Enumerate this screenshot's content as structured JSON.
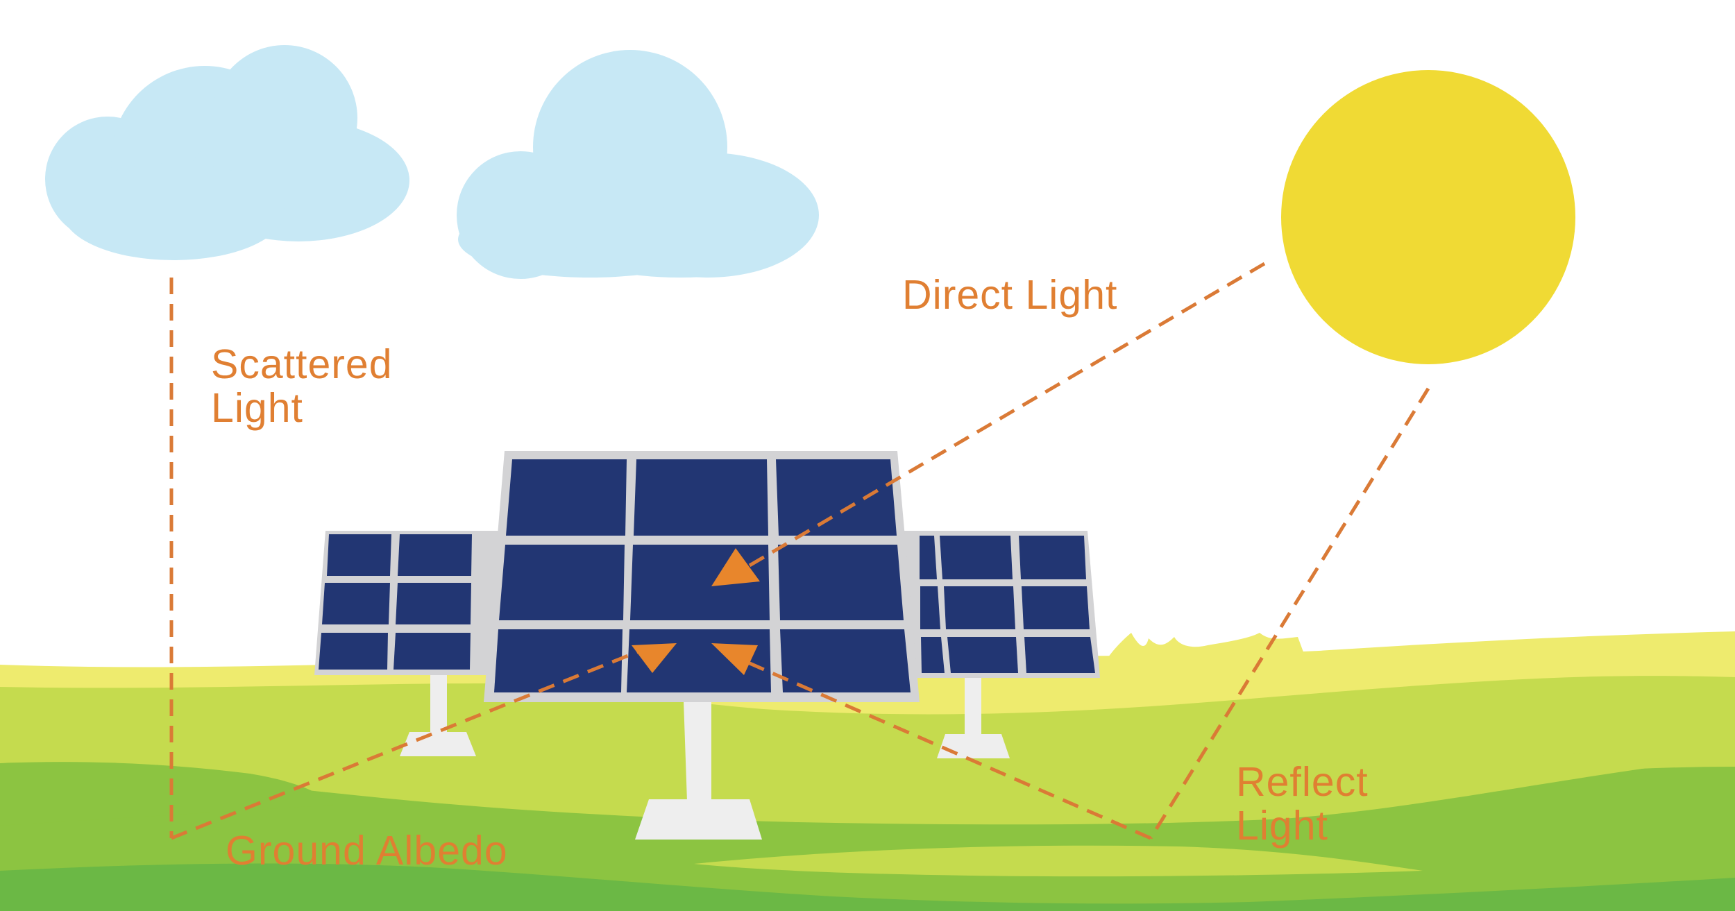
{
  "labels": {
    "scattered": [
      "Scattered",
      "Light"
    ],
    "direct": "Direct Light",
    "ground": "Ground Albedo",
    "reflect": [
      "Reflect",
      "Light"
    ]
  },
  "colors": {
    "label_text": "#E07F32",
    "ray_line": "#DA7A36",
    "arrowhead": "#E8862C",
    "sun": "#F0DA34",
    "cloud": "#C7E8F5",
    "panel_cell": "#223673",
    "panel_frame": "#D3D3D5",
    "panel_stand": "#EEEEEE",
    "grass_light": "#EEEB6E",
    "grass_mid": "#C5DB4E",
    "grass_green": "#8CC441",
    "grass_dark": "#6BB845"
  },
  "icons": [
    "cloud-icon",
    "sun-icon",
    "solar-panel-icon",
    "arrowhead-icon"
  ]
}
